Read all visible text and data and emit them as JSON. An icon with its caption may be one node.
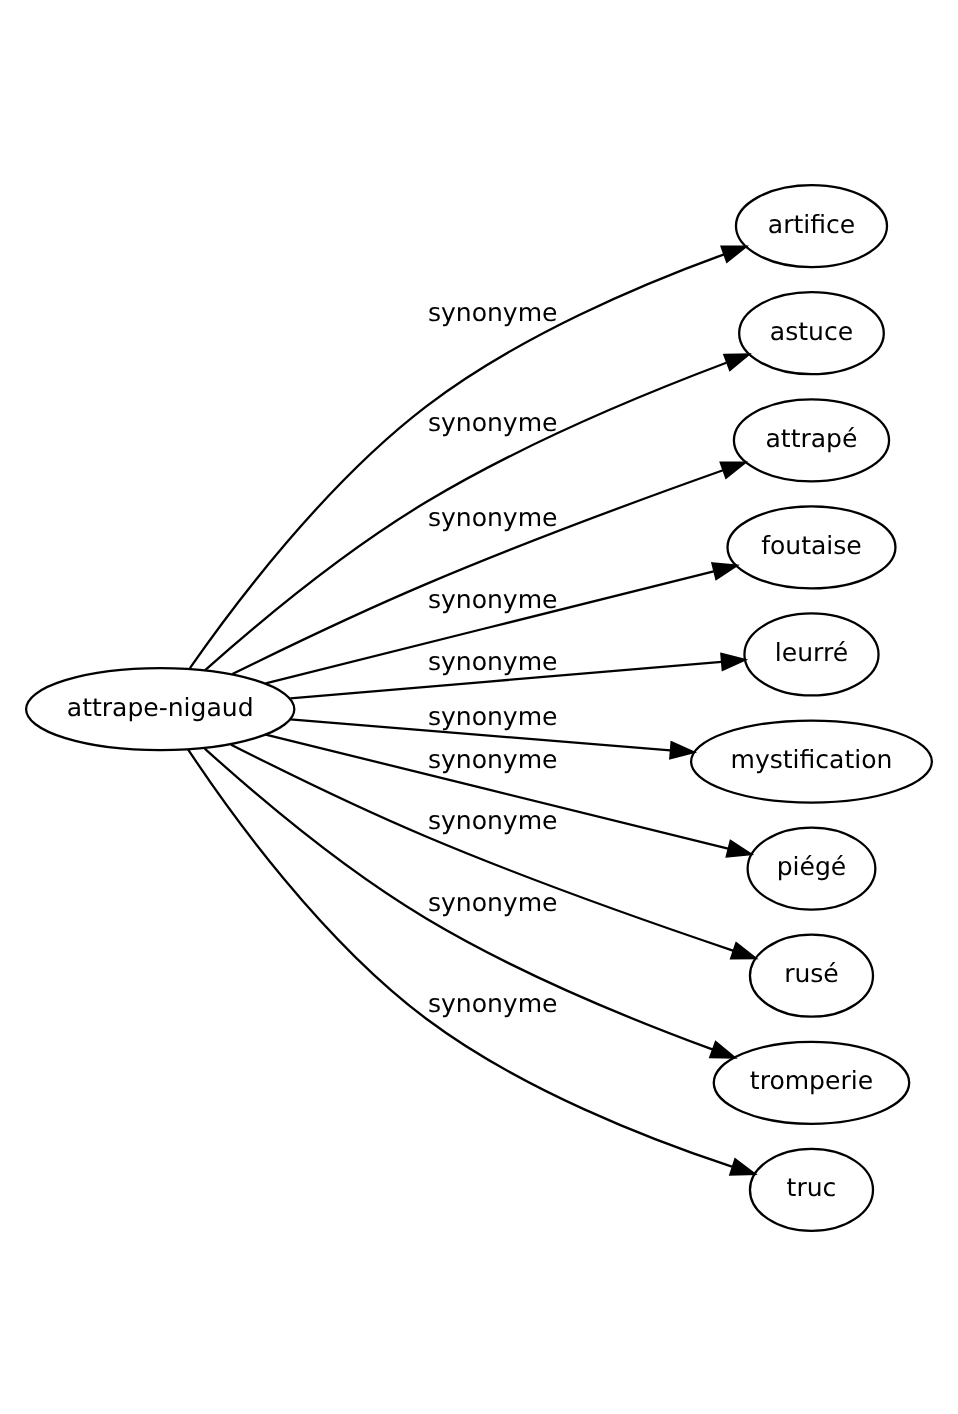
{
  "diagram": {
    "nodes": [
      {
        "text": [
          "attrape-nigaud"
        ]
      },
      {
        "text": [
          "artifice"
        ]
      },
      {
        "text": [
          "astuce"
        ]
      },
      {
        "text": [
          "attrapé"
        ]
      },
      {
        "text": [
          "foutaise"
        ]
      },
      {
        "text": [
          "leurré"
        ]
      },
      {
        "text": [
          "mystification"
        ]
      },
      {
        "text": [
          "piégé"
        ]
      },
      {
        "text": [
          "rusé"
        ]
      },
      {
        "text": [
          "tromperie"
        ]
      },
      {
        "text": [
          "truc"
        ]
      }
    ],
    "edges": [
      {
        "from": 0,
        "to": 1,
        "arrow": "to",
        "label": "synonyme"
      },
      {
        "from": 0,
        "to": 2,
        "arrow": "to",
        "label": "synonyme"
      },
      {
        "from": 0,
        "to": 3,
        "arrow": "to",
        "label": "synonyme"
      },
      {
        "from": 0,
        "to": 4,
        "arrow": "to",
        "label": "synonyme"
      },
      {
        "from": 0,
        "to": 5,
        "arrow": "to",
        "label": "synonyme"
      },
      {
        "from": 0,
        "to": 6,
        "arrow": "to",
        "label": "synonyme"
      },
      {
        "from": 0,
        "to": 7,
        "arrow": "to",
        "label": "synonyme"
      },
      {
        "from": 0,
        "to": 8,
        "arrow": "to",
        "label": "synonyme"
      },
      {
        "from": 0,
        "to": 9,
        "arrow": "to",
        "label": "synonyme"
      },
      {
        "from": 0,
        "to": 10,
        "arrow": "to",
        "label": "synonyme"
      }
    ]
  }
}
